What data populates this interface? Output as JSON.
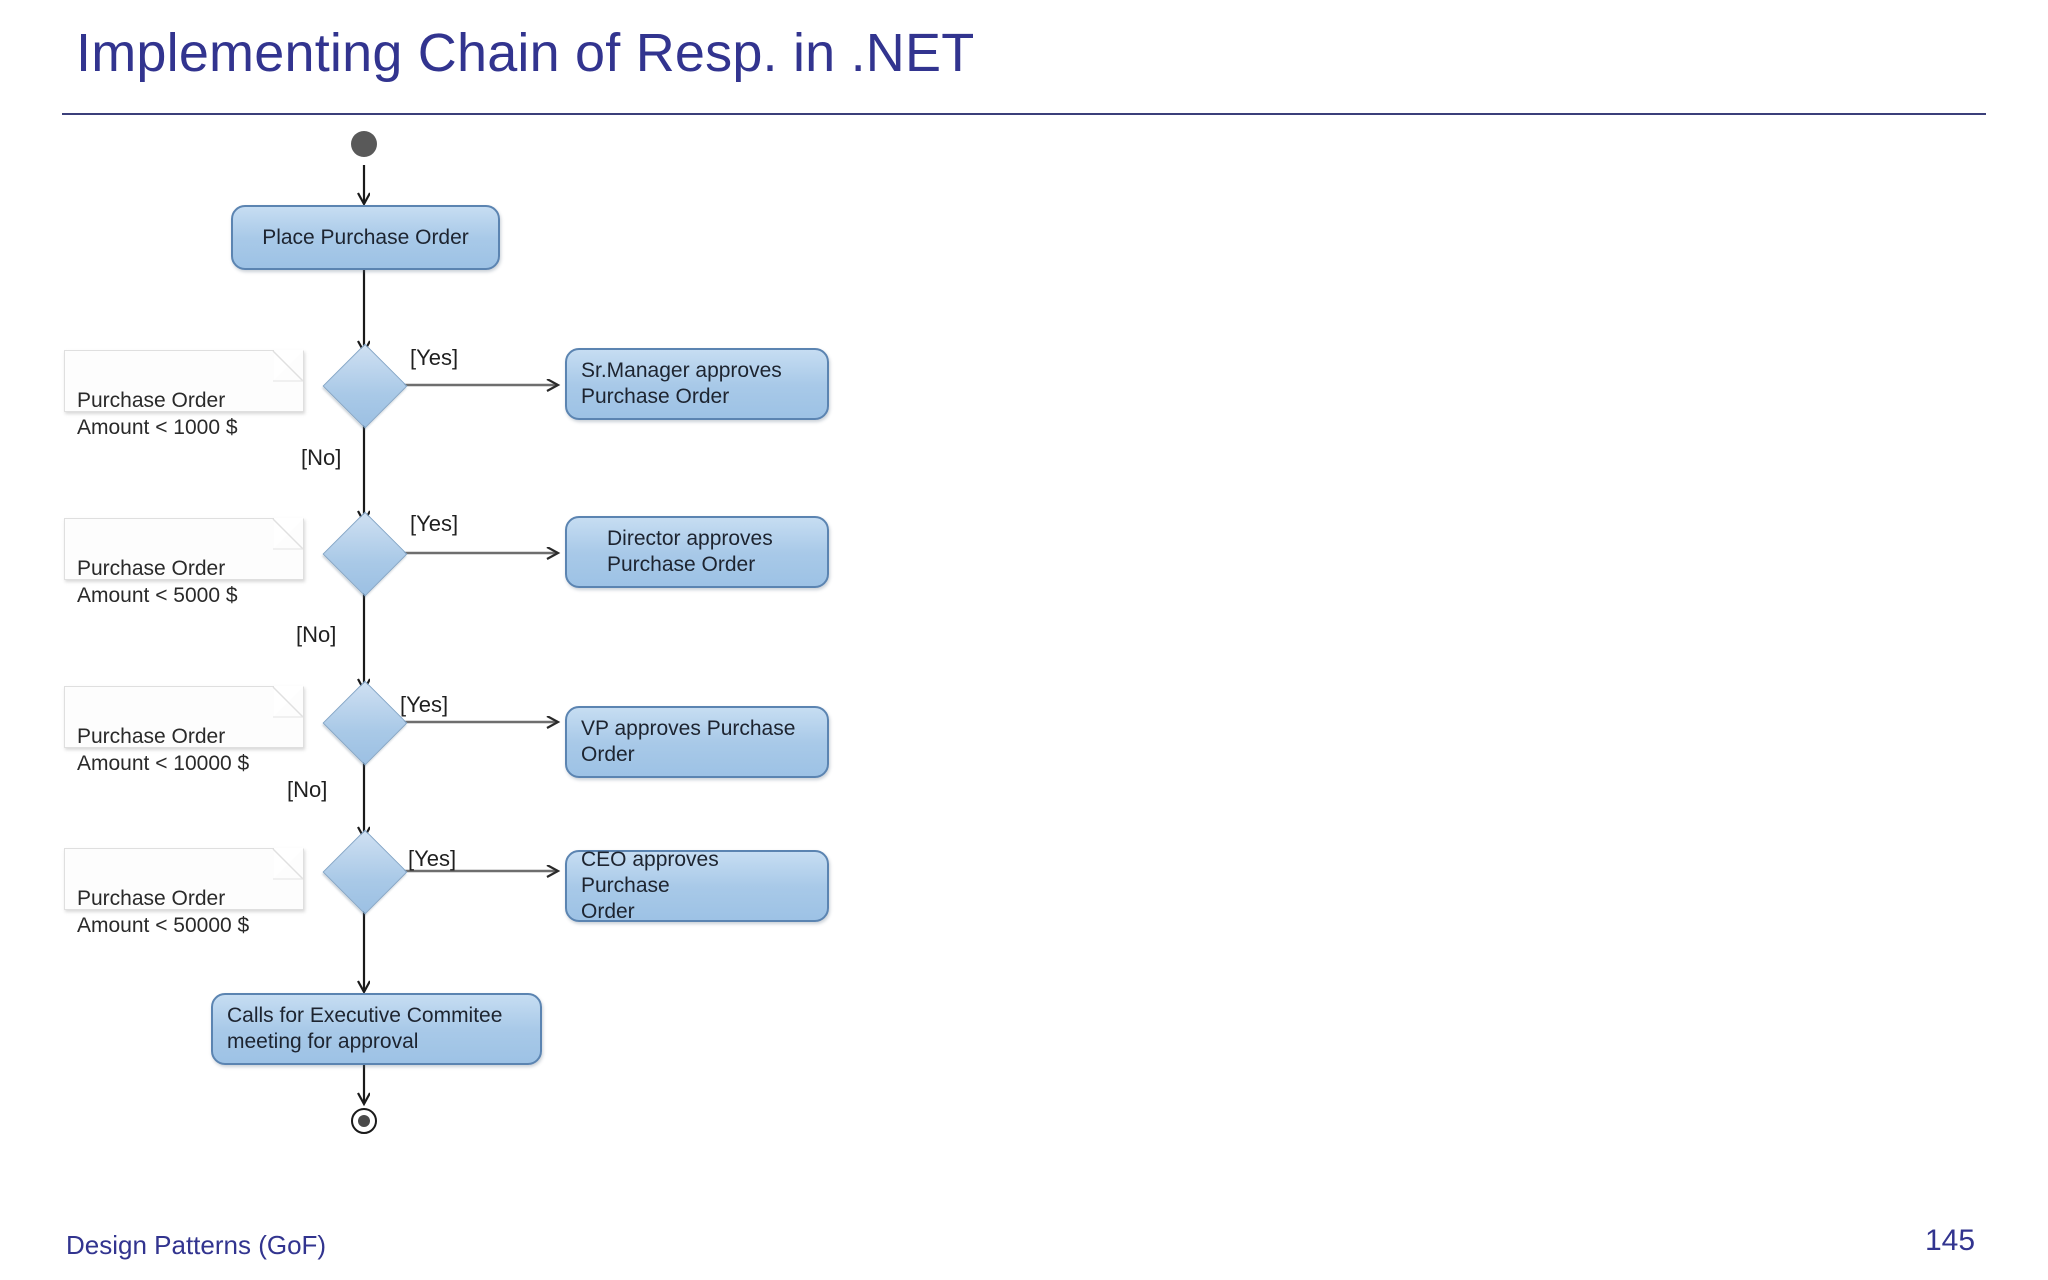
{
  "slide": {
    "title": "Implementing Chain of Resp. in .NET",
    "title_color": "#32348f",
    "footer_left": "Design Patterns (GoF)",
    "page_number": "145",
    "background": "#ffffff"
  },
  "diagram": {
    "type": "uml-activity-diagram",
    "node_fill": "#a8c9e8",
    "node_border": "#5b84b1",
    "start_node_color": "#595959",
    "end_node_color": "#4a4a4a",
    "edge_color": "#6e6e6e",
    "start_label": "start-node",
    "end_label": "end-node",
    "activities": [
      {
        "id": "place-order",
        "label": "Place Purchase Order"
      },
      {
        "id": "sr-manager-approves",
        "label": "Sr.Manager approves\nPurchase Order"
      },
      {
        "id": "director-approves",
        "label": "Director approves\nPurchase Order"
      },
      {
        "id": "vp-approves",
        "label": "VP approves Purchase\nOrder"
      },
      {
        "id": "ceo-approves",
        "label": "CEO approves Purchase\nOrder"
      },
      {
        "id": "executive-committee",
        "label": "Calls for Executive Commitee\nmeeting for approval"
      }
    ],
    "notes": [
      {
        "id": "note-1000",
        "label": "Purchase Order\nAmount < 1000 $"
      },
      {
        "id": "note-5000",
        "label": "Purchase Order\nAmount < 5000 $"
      },
      {
        "id": "note-10000",
        "label": "Purchase Order\nAmount < 10000 $"
      },
      {
        "id": "note-50000",
        "label": "Purchase Order\nAmount < 50000 $"
      }
    ],
    "decisions": [
      {
        "id": "decision-1000",
        "yes_label": "[Yes]",
        "no_label": "[No]"
      },
      {
        "id": "decision-5000",
        "yes_label": "[Yes]",
        "no_label": "[No]"
      },
      {
        "id": "decision-10000",
        "yes_label": "[Yes]",
        "no_label": "[No]"
      },
      {
        "id": "decision-50000",
        "yes_label": "[Yes]",
        "no_label": ""
      }
    ],
    "labels": {
      "yes_1": "[Yes]",
      "no_1": "[No]",
      "yes_2": "[Yes]",
      "no_2": "[No]",
      "yes_3": "[Yes]",
      "no_3": "[No]",
      "yes_4": "[Yes]"
    }
  }
}
